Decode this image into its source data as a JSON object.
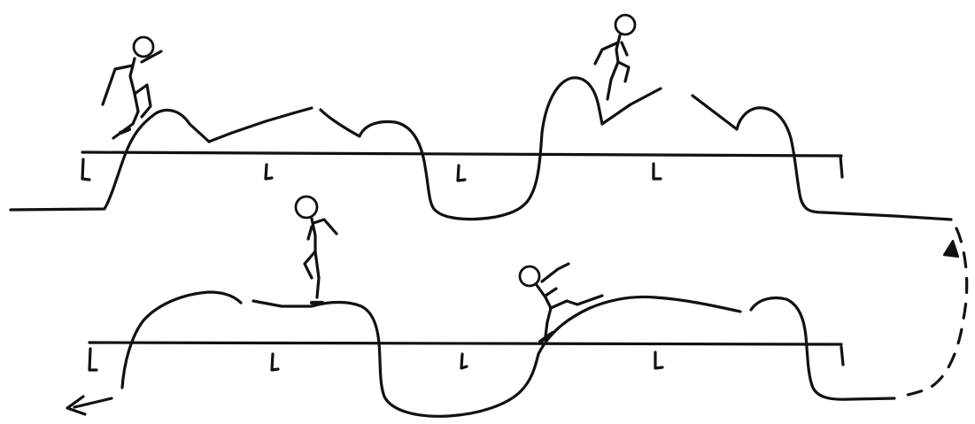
{
  "diagram": {
    "ink_color": "#111111",
    "background_color": "#ffffff",
    "rows": [
      {
        "axis_ticks": 5,
        "figures": 2
      },
      {
        "axis_ticks": 5,
        "figures": 2
      }
    ]
  }
}
